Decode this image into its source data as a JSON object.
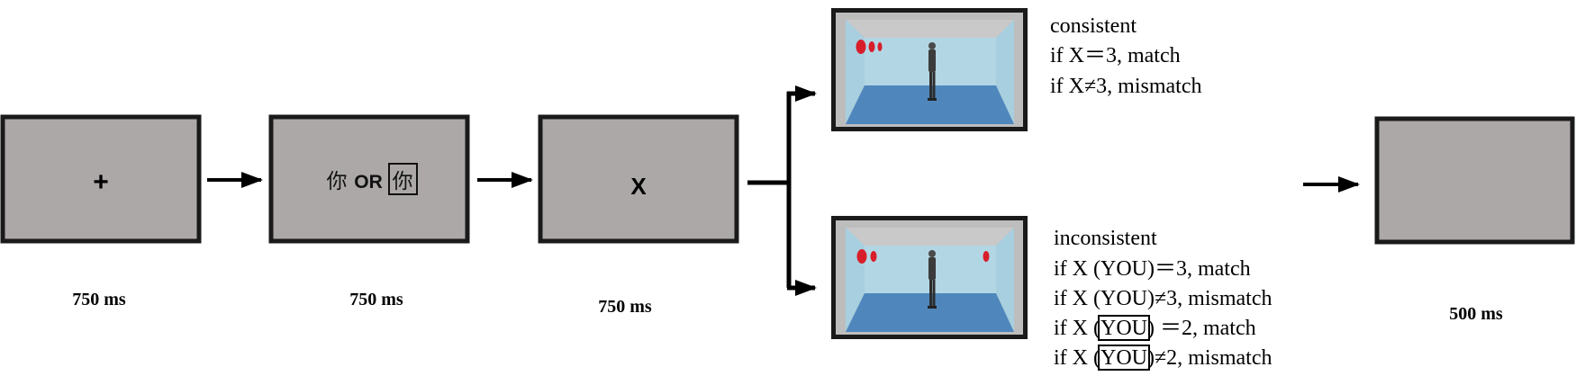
{
  "screens": {
    "fixation": {
      "symbol": "+",
      "duration": "750 ms"
    },
    "cue": {
      "char_plain": "你",
      "or_text": "OR",
      "char_boxed": "你",
      "duration": "750 ms"
    },
    "target": {
      "symbol": "X",
      "duration": "750 ms"
    },
    "blank": {
      "duration": "500 ms"
    }
  },
  "conditions": {
    "consistent": {
      "title": "consistent",
      "lines": [
        "if  X＝3, match",
        "if  X≠3, mismatch"
      ]
    },
    "inconsistent": {
      "title": "inconsistent",
      "lines": [
        {
          "pre": "if  X (",
          "word": "YOU",
          "post": ")＝3, match",
          "boxed": false
        },
        {
          "pre": "if  X (",
          "word": "YOU",
          "post": ")≠3, mismatch",
          "boxed": false
        },
        {
          "pre": "if  X (",
          "word": "YOU",
          "post": ") ＝2, match",
          "boxed": true
        },
        {
          "pre": "if  X (",
          "word": "YOU",
          "post": ")≠2, mismatch",
          "boxed": true
        }
      ]
    }
  },
  "colors": {
    "screen_gray": "#aca8a8",
    "frame": "#1a1a1a",
    "room_wall": "#a8cfdf",
    "room_floor": "#4f87bd",
    "room_ceiling": "#bdbdbd",
    "disc_red": "#d81e2a"
  }
}
